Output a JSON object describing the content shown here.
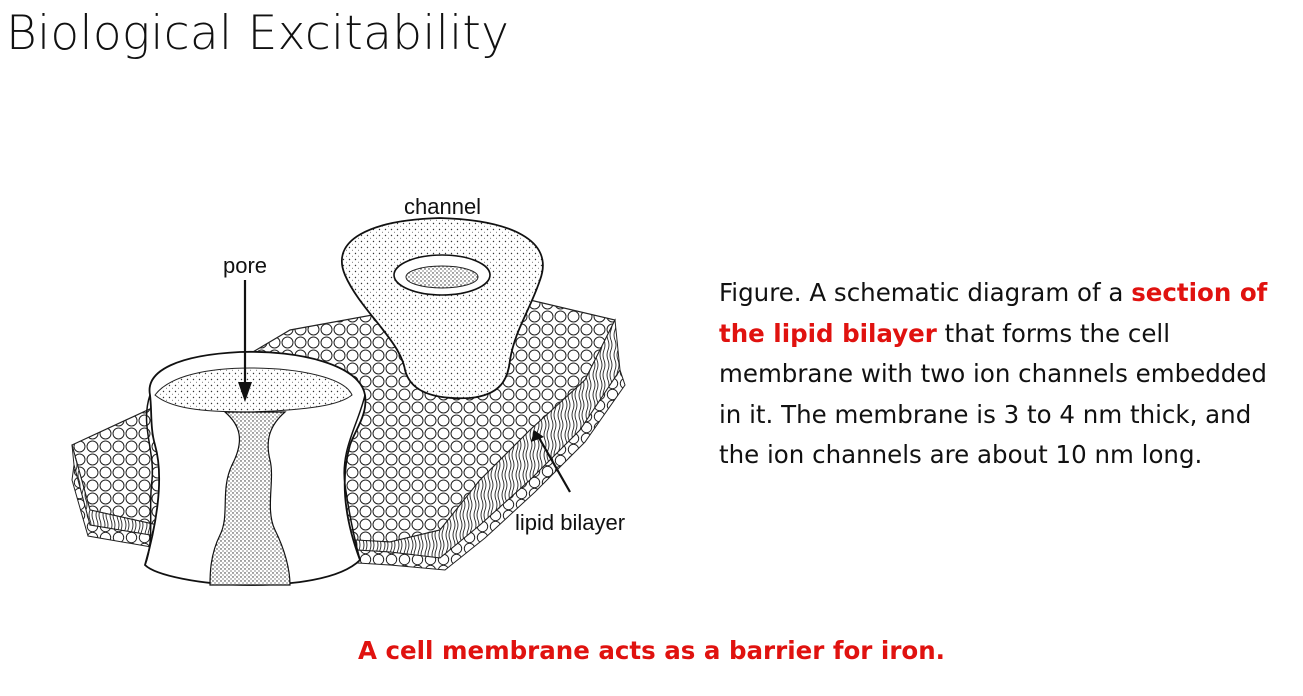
{
  "slide": {
    "title": "Biological Excitability"
  },
  "figure": {
    "labels": {
      "channel": "channel",
      "pore": "pore",
      "lipid_bilayer": "lipid bilayer"
    }
  },
  "caption": {
    "part1": "Figure. A schematic diagram of a ",
    "highlight": "section of the lipid bilayer",
    "part2": " that forms the cell membrane with two ion channels embedded in it. The membrane is 3 to 4 nm thick, and the ion channels are about 10 nm long."
  },
  "footer": {
    "note": "A cell membrane acts as a barrier for iron."
  },
  "colors": {
    "highlight": "#e0120f",
    "text": "#111111"
  }
}
